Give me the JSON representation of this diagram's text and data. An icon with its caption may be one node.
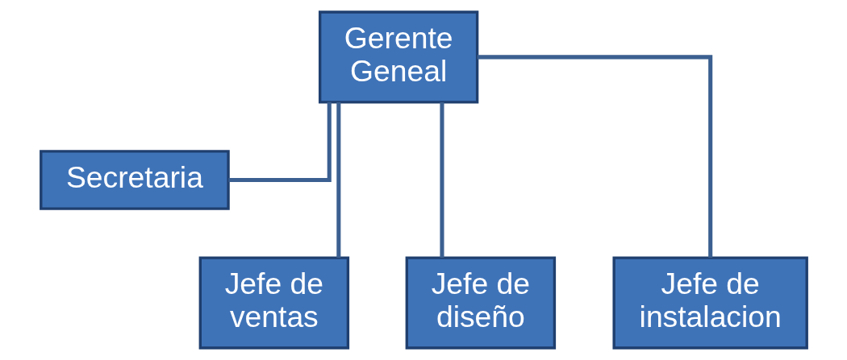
{
  "diagram": {
    "nodes": [
      {
        "text": [
          "Gerente Geneal"
        ]
      },
      {
        "text": [
          "Secretaria"
        ]
      },
      {
        "text": [
          "Jefe de ventas"
        ]
      },
      {
        "text": [
          "Jefe de diseño"
        ]
      },
      {
        "text": [
          "Jefe de instalacion"
        ]
      }
    ],
    "edges": [
      {
        "from": 0,
        "to": 1,
        "arrow": "none"
      },
      {
        "from": 0,
        "to": 2,
        "arrow": "none"
      },
      {
        "from": 0,
        "to": 3,
        "arrow": "none"
      },
      {
        "from": 0,
        "to": 4,
        "arrow": "none"
      }
    ]
  }
}
